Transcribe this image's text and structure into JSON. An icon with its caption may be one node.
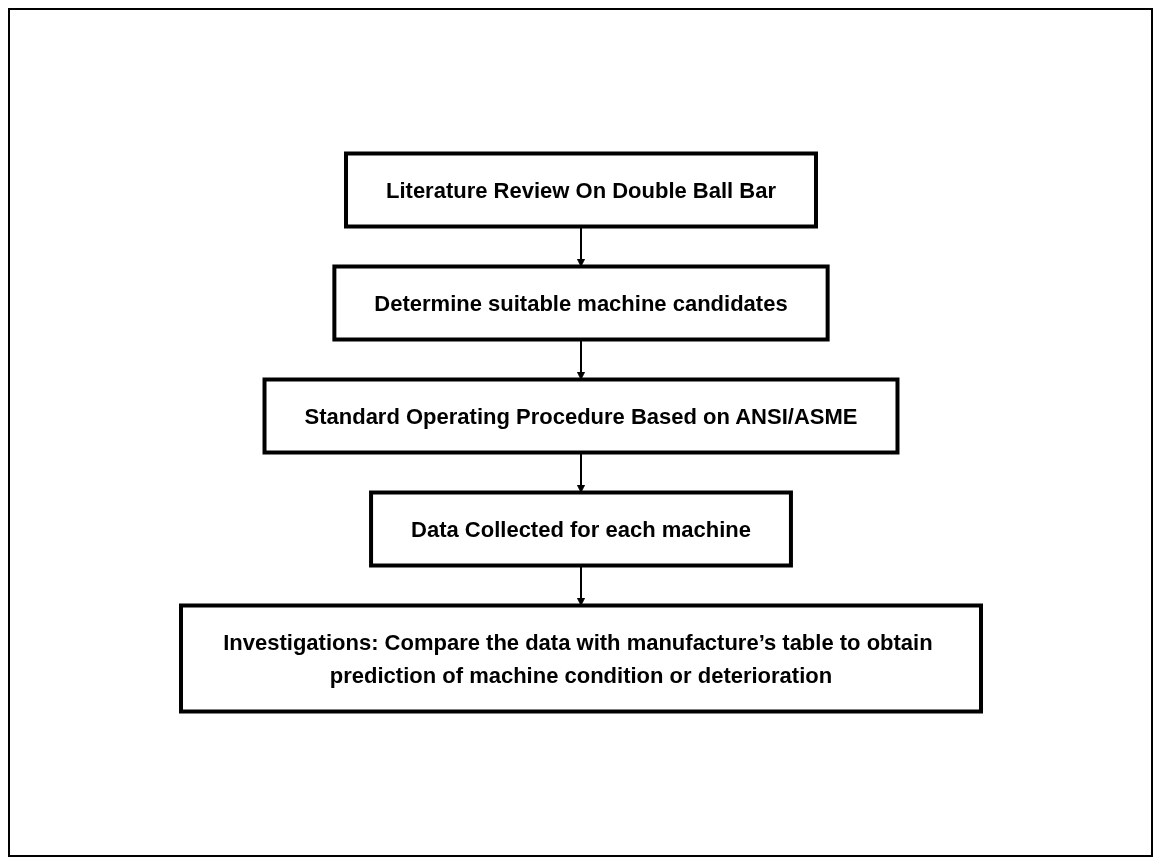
{
  "diagram": {
    "nodes": [
      {
        "text": [
          "Literature Review On Double Ball Bar"
        ]
      },
      {
        "text": [
          "Determine suitable machine candidates"
        ]
      },
      {
        "text": [
          "Standard Operating Procedure Based on ANSI/ASME"
        ]
      },
      {
        "text": [
          "Data Collected for each machine"
        ]
      },
      {
        "text": [
          "Investigations: Compare the data with manufacture’s table to obtain prediction of machine condition or deterioration"
        ]
      }
    ],
    "edges": [
      {
        "from": 0,
        "to": 1,
        "arrow": "to"
      },
      {
        "from": 1,
        "to": 2,
        "arrow": "to"
      },
      {
        "from": 2,
        "to": 3,
        "arrow": "to"
      },
      {
        "from": 3,
        "to": 4,
        "arrow": "to"
      }
    ]
  }
}
